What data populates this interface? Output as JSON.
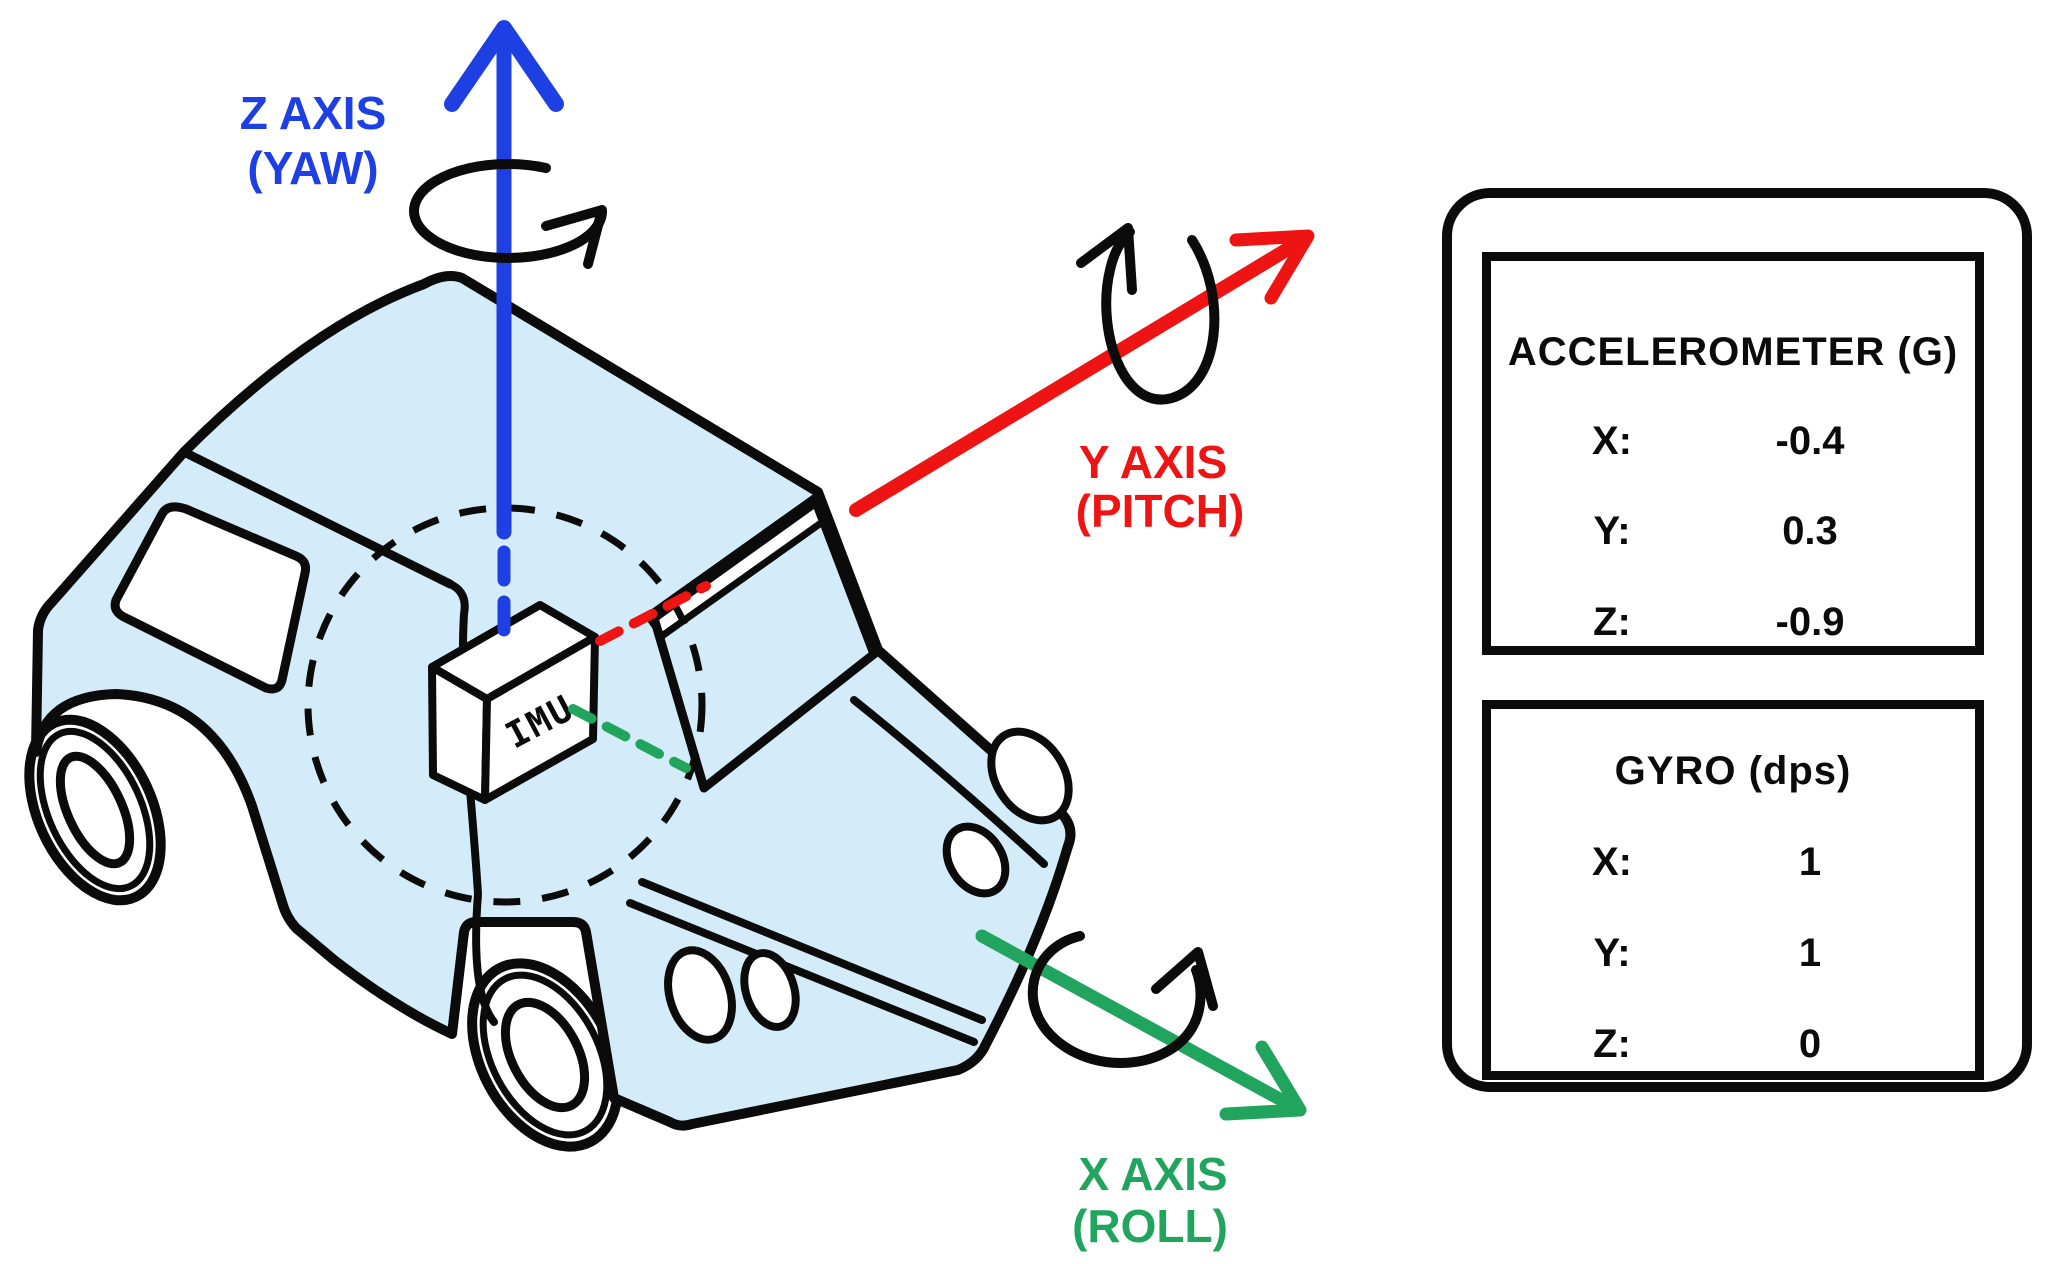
{
  "diagram": {
    "imu_label": "IMU",
    "car_body_color": "#d4ecf9",
    "outline_color": "#0b0b0b",
    "axes": {
      "z": {
        "name": "Z AXIS",
        "motion": "(YAW)",
        "color": "#1e40e2"
      },
      "y": {
        "name": "Y AXIS",
        "motion": "(PITCH)",
        "color": "#ee1414"
      },
      "x": {
        "name": "X AXIS",
        "motion": "(ROLL)",
        "color": "#21a45d"
      }
    }
  },
  "readout_panel": {
    "accelerometer": {
      "title": "ACCELEROMETER (G)",
      "rows": [
        {
          "label": "X:",
          "value": "-0.4"
        },
        {
          "label": "Y:",
          "value": "0.3"
        },
        {
          "label": "Z:",
          "value": "-0.9"
        }
      ]
    },
    "gyro": {
      "title": "GYRO (dps)",
      "rows": [
        {
          "label": "X:",
          "value": "1"
        },
        {
          "label": "Y:",
          "value": "1"
        },
        {
          "label": "Z:",
          "value": "0"
        }
      ]
    }
  }
}
